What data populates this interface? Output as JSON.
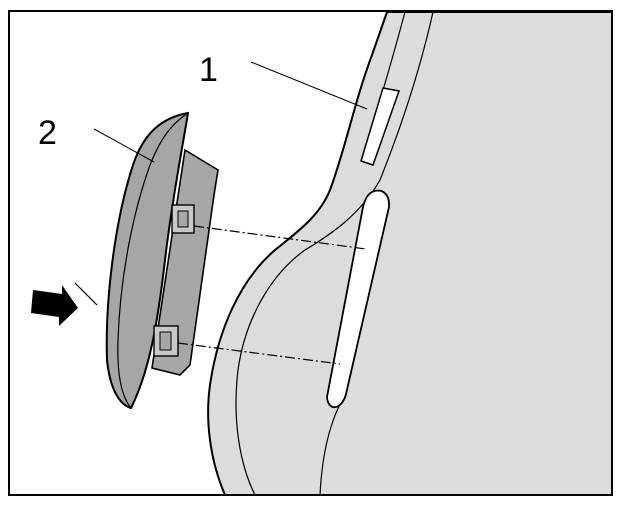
{
  "callouts": [
    {
      "id": "1",
      "label": "1"
    },
    {
      "id": "2",
      "label": "2"
    }
  ],
  "colors": {
    "background": "#ffffff",
    "panel": "#dcdcdc",
    "panel_trim": "#c8c8c8",
    "part_body": "#a6a6a6",
    "part_edge": "#8a8a8a",
    "outline": "#000000",
    "arrow": "#000000"
  },
  "icons": {
    "direction_arrow": "arrow-right-icon"
  }
}
